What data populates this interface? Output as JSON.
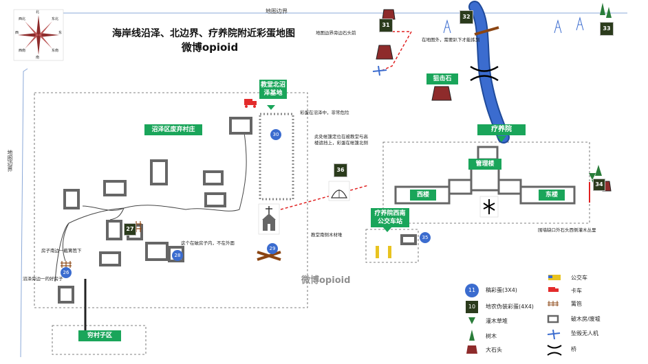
{
  "title": "海岸线沿泽、北边界、疗养院附近彩蛋地图",
  "subtitle": "微博opioid",
  "watermark": "微博opioid",
  "edges": {
    "top": "地图边界",
    "left": "地图边界"
  },
  "compass": {
    "north": "北",
    "south": "南",
    "east": "东",
    "west": "西",
    "northeast": "东北",
    "northwest": "西北",
    "southeast": "东南",
    "southwest": "西南"
  },
  "areas": {
    "church_north": "教堂北沼泽基地",
    "swamp_village": "沼泽区废弃村庄",
    "sanatorium": "疗养院",
    "admin_building": "管理楼",
    "west_building": "西楼",
    "east_building": "东楼",
    "bus_station": "疗养院西南公交车站",
    "sniper_rock": "狙击石",
    "poor_village": "穷村子区"
  },
  "markers": [
    {
      "id": "31",
      "kind": "fake-ee"
    },
    {
      "id": "32",
      "kind": "fake-ee"
    },
    {
      "id": "33",
      "kind": "fake-ee"
    },
    {
      "id": "34",
      "kind": "fake-ee"
    },
    {
      "id": "36",
      "kind": "fake-ee"
    },
    {
      "id": "27",
      "kind": "fake-ee"
    },
    {
      "id": "30",
      "kind": "ee"
    },
    {
      "id": "29",
      "kind": "ee"
    },
    {
      "id": "28",
      "kind": "ee"
    },
    {
      "id": "26",
      "kind": "ee"
    },
    {
      "id": "35",
      "kind": "ee"
    }
  ],
  "notes": {
    "n31": "地图边界旁边石头前",
    "n32": "在地图外，需要趴下才能拣到",
    "n30": "彩蛋在沼泽中，非常危险",
    "n36": "此处帐篷定位在被教堂与高楼遮挡上，彩蛋在帐篷北侧",
    "n29": "教堂南侧木材堆",
    "n28": "这个在破房子内，不在外面",
    "n26a": "房子南边一截篱笆下",
    "n26b": "沼泽旁边一的好房子",
    "n34": "围墙缺口外石头西侧灌木丛里"
  },
  "legend": {
    "ee": "稿彩蛋(3X4)",
    "fake_ee": "地农伪装彩蛋(4X4)",
    "bush": "灌木草堆",
    "tree": "树木",
    "rock": "大石头",
    "bus": "公交车",
    "truck": "卡车",
    "fence": "篱笆",
    "ruin": "破木房/废墟",
    "drone": "坠毁无人机",
    "bridge": "桥",
    "sample_ee": "11",
    "sample_fake": "10"
  },
  "colors": {
    "green_label": "#1aa55a",
    "blue_marker": "#3b6ccf",
    "dark_marker": "#2b3b1c",
    "river": "#3b6ccf",
    "rock": "#8e2b2b",
    "truck": "#e32b2b",
    "bus": "#e8c320",
    "red_route": "#e02020"
  }
}
